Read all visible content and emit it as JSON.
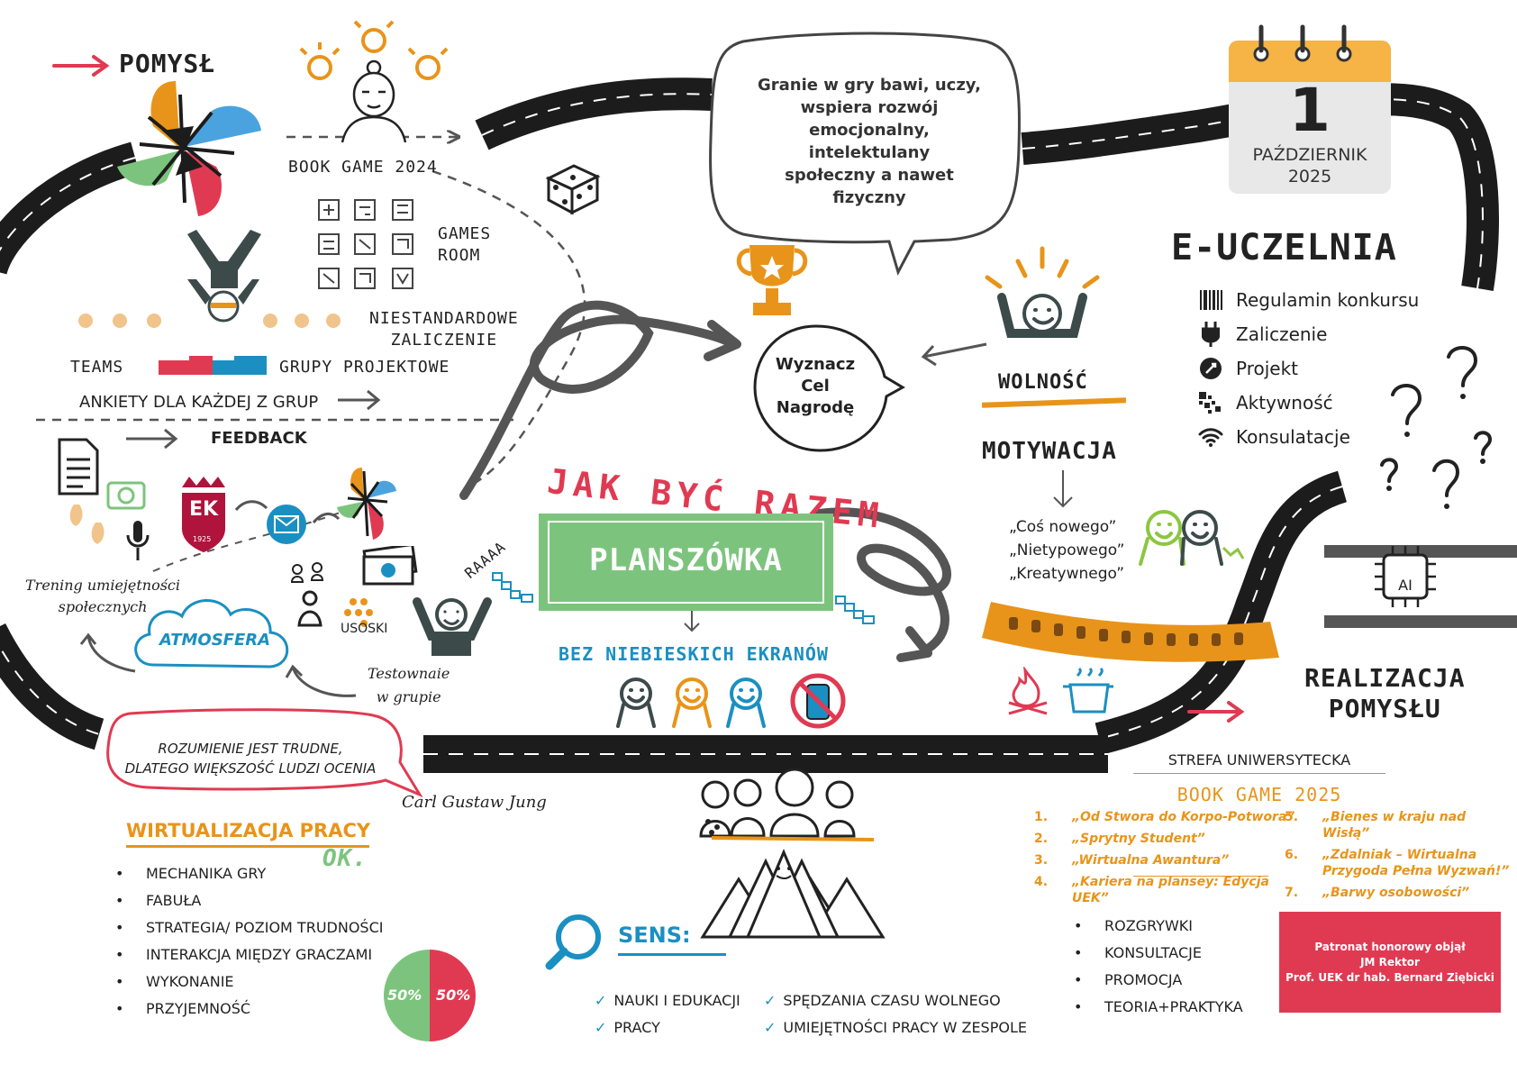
{
  "pomysl": {
    "title": "POMYSŁ"
  },
  "book_game_2024": "BOOK GAME 2024",
  "games_room": {
    "line1": "GAMES",
    "line2": "ROOM"
  },
  "niestandardowe": {
    "line1": "NIESTANDARDOWE",
    "line2": "ZALICZENIE"
  },
  "teams": "TEAMS",
  "grupy_projektowe": "GRUPY PROJEKTOWE",
  "ankiety": "ANKIETY DLA KAŻDEJ Z GRUP",
  "feedback": "FEEDBACK",
  "trening": {
    "line1": "Trening umiejętności",
    "line2": "społecznych"
  },
  "atmosfera": "ATMOSFERA",
  "usoski": "USOSKI",
  "raaaa": "RAAAA",
  "testowanie": {
    "line1": "Testownaie",
    "line2": "w grupie"
  },
  "uek_logo": {
    "letters": "EK",
    "year": "1925"
  },
  "speech_bubble": {
    "lines": [
      "Granie w gry bawi, uczy,",
      "wspiera rozwój",
      "emocjonalny,",
      "intelektulany",
      "społeczny a nawet",
      "fizyczny"
    ]
  },
  "calendar": {
    "day": "1",
    "month": "PAŹDZIERNIK",
    "year": "2025"
  },
  "e_uczelnia": {
    "title": "E-UCZELNIA",
    "items": [
      {
        "label": "Regulamin konkursu",
        "icon": "barcode-icon"
      },
      {
        "label": "Zaliczenie",
        "icon": "plug-icon"
      },
      {
        "label": "Projekt",
        "icon": "rocket-icon"
      },
      {
        "label": "Aktywność",
        "icon": "activity-icon"
      },
      {
        "label": "Konsulatacje",
        "icon": "wifi-icon"
      }
    ]
  },
  "wyznacz": {
    "lines": [
      "Wyznacz",
      "Cel",
      "Nagrodę"
    ]
  },
  "wolnosc": "WOLNOŚĆ",
  "motywacja": {
    "title": "MOTYWACJA",
    "quotes": [
      "„Coś nowego”",
      "„Nietypowego”",
      "„Kreatywnego”"
    ]
  },
  "jak_byc_razem": "JAK BYĆ RAZEM",
  "planszowka": "PLANSZÓWKA",
  "bez_ekranow": "BEZ NIEBIESKICH EKRANÓW",
  "ai_chip": "AI",
  "realizacja": {
    "line1": "REALIZACJA",
    "line2": "POMYSŁU"
  },
  "jung_quote": {
    "line1": "ROZUMIENIE JEST TRUDNE,",
    "line2": "DLATEGO WIĘKSZOŚĆ LUDZI OCENIA",
    "author": "Carl Gustaw Jung"
  },
  "wirtualizacja": {
    "title": "WIRTUALIZACJA PRACY",
    "ok": "OK.",
    "items": [
      "MECHANIKA GRY",
      "FABUŁA",
      "STRATEGIA/ POZIOM TRUDNOŚCI",
      "INTERAKCJA MIĘDZY GRACZAMI",
      "WYKONANIE",
      "PRZYJEMNOŚĆ"
    ]
  },
  "split": {
    "left": "50%",
    "right": "50%"
  },
  "sens": {
    "title": "SENS:",
    "col1": [
      "NAUKI I EDUKACJI",
      "PRACY"
    ],
    "col2": [
      "SPĘDZANIA CZASU WOLNEGO",
      "UMIEJĘTNOŚCI PRACY W ZESPOLE"
    ]
  },
  "strefa": "STREFA UNIWERSYTECKA",
  "book_game_2025": {
    "title": "BOOK GAME 2025",
    "left": [
      {
        "n": "1.",
        "t": "„Od Stwora do Korpo-Potwora”"
      },
      {
        "n": "2.",
        "t": "„Sprytny Student”"
      },
      {
        "n": "3.",
        "t": "„Wirtualna Awantura”"
      },
      {
        "n": "4.",
        "t": "„Kariera na plansey: Edycja UEK”"
      }
    ],
    "right": [
      {
        "n": "5.",
        "t": "„Bienes w kraju nad Wisłą”"
      },
      {
        "n": "6.",
        "t": "„Zdalniak – Wirtualna Przygoda Pełna Wyzwań!”"
      },
      {
        "n": "7.",
        "t": "„Barwy osobowości”"
      }
    ]
  },
  "rozgrywki": [
    "ROZGRYWKI",
    "KONSULTACJE",
    "PROMOCJA",
    "TEORIA+PRAKTYKA"
  ],
  "patronat": {
    "lines": [
      "Patronat honorowy objął",
      "JM Rektor",
      "Prof. UEK dr hab. Bernard Ziębicki"
    ]
  },
  "colors": {
    "red": "#e03a52",
    "orange": "#e8941a",
    "green": "#7cc47d",
    "blue": "#1b8fc1",
    "road": "#1c1c1c",
    "dark": "#3c4a4a"
  }
}
